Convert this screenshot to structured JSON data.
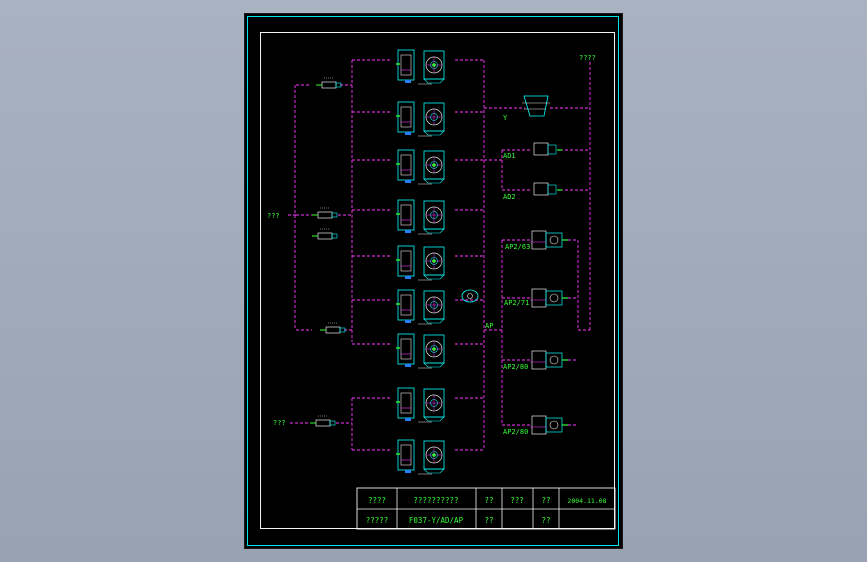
{
  "labels": {
    "left_top": "???",
    "left_bottom": "???",
    "right_top": "????",
    "branch_y": "Y",
    "branch_ad1": "AD1",
    "branch_ad2": "AD2",
    "branch_ap": "AP",
    "ap_items": [
      "AP2/63",
      "AP2/71",
      "AP2/80",
      "AP2/80"
    ]
  },
  "title_block": {
    "row1": [
      "????",
      "??????????",
      "??",
      "???",
      "??",
      "2004.11.08"
    ],
    "row2": [
      "?????",
      "F037-Y/AD/AP",
      "??",
      "",
      "??",
      ""
    ]
  },
  "colors": {
    "line_magenta": "#ff36ff",
    "text_green": "#34ff34",
    "cad_cyan": "#00ffff",
    "frame_white": "#f2f2f2"
  }
}
